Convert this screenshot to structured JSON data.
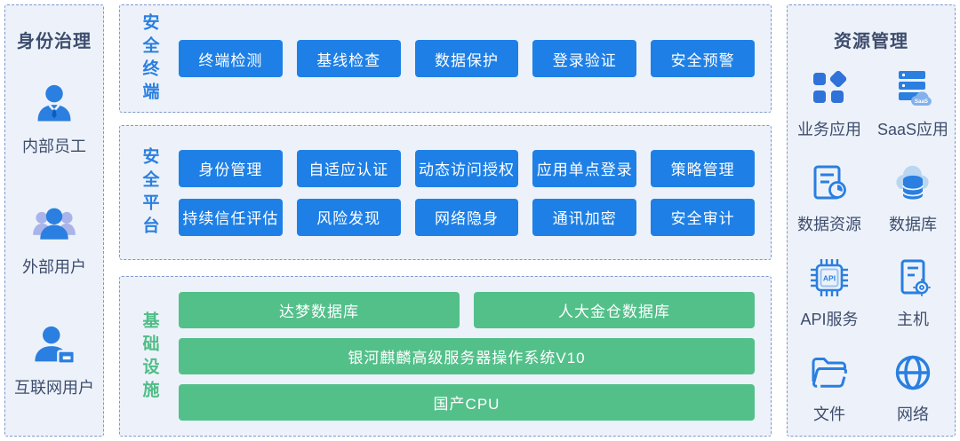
{
  "identity_panel": {
    "title": "身份治理",
    "items": [
      {
        "label": "内部员工",
        "icon": "internal-employee-icon"
      },
      {
        "label": "外部用户",
        "icon": "external-users-icon"
      },
      {
        "label": "互联网用户",
        "icon": "internet-user-icon"
      }
    ]
  },
  "security_terminal": {
    "title": "安全终端",
    "buttons": [
      "终端检测",
      "基线检查",
      "数据保护",
      "登录验证",
      "安全预警"
    ]
  },
  "security_platform": {
    "title": "安全平台",
    "rows": [
      [
        "身份管理",
        "自适应认证",
        "动态访问授权",
        "应用单点登录",
        "策略管理"
      ],
      [
        "持续信任评估",
        "风险发现",
        "网络隐身",
        "通讯加密",
        "安全审计"
      ]
    ]
  },
  "infrastructure": {
    "title": "基础设施",
    "row1": [
      "达梦数据库",
      "人大金仓数据库"
    ],
    "row2": "银河麒麟高级服务器操作系统V10",
    "row3": "国产CPU"
  },
  "resource_panel": {
    "title": "资源管理",
    "items": [
      {
        "label": "业务应用",
        "icon": "business-apps-icon"
      },
      {
        "label": "SaaS应用",
        "icon": "saas-app-icon"
      },
      {
        "label": "数据资源",
        "icon": "data-resource-icon"
      },
      {
        "label": "数据库",
        "icon": "database-icon"
      },
      {
        "label": "API服务",
        "icon": "api-service-icon"
      },
      {
        "label": "主机",
        "icon": "host-icon"
      },
      {
        "label": "文件",
        "icon": "file-folder-icon"
      },
      {
        "label": "网络",
        "icon": "network-globe-icon"
      }
    ],
    "saas_icon_text": "SaaS",
    "api_icon_text": "API"
  },
  "colors": {
    "chip_blue": "#1e80e6",
    "bar_green": "#53c08a",
    "label_blue": "#2a7fe0",
    "label_green": "#4fbd86",
    "navy_text": "#3e4d6d",
    "panel_bg": "#edf2fa",
    "dashed_border": "#7f97cf",
    "icon_light_blue": "#a9b4ea",
    "icon_cloud_blue": "#b9d6f2"
  }
}
